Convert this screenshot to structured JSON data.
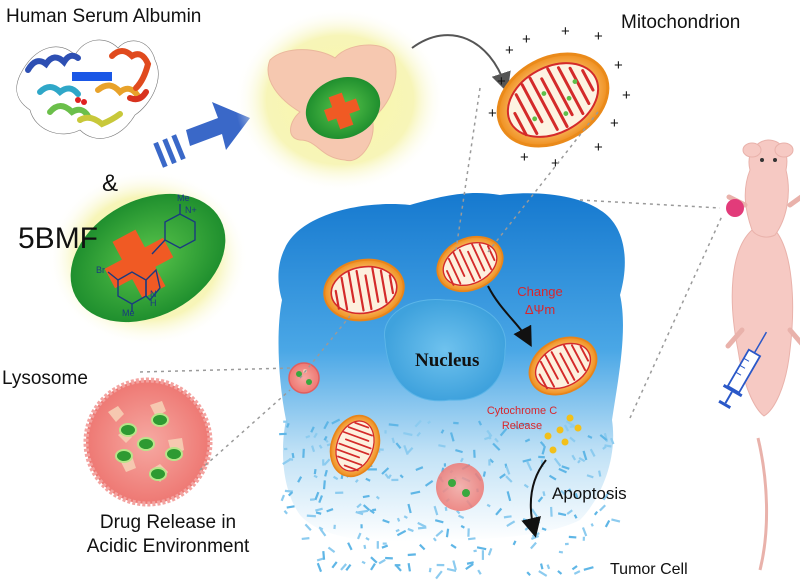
{
  "labels": {
    "human_serum_albumin": "Human Serum Albumin",
    "ampersand": "&",
    "drug_name": "5BMF",
    "mitochondrion": "Mitochondrion",
    "lysosome": "Lysosome",
    "drug_release_line1": "Drug Release in",
    "drug_release_line2": "Acidic Environment",
    "nucleus": "Nucleus",
    "change_line1": "Change",
    "change_line2": "ΔΨm",
    "cytochrome_line1": "Cytochrome C",
    "cytochrome_line2": "Release",
    "apoptosis": "Apoptosis",
    "tumor_cell": "Tumor Cell"
  },
  "molecule": {
    "sub_me_top": "Me",
    "sub_n_plus": "N+",
    "sub_br": "Br",
    "sub_me_bottom": "Me",
    "sub_nh": "N\nH"
  },
  "colors": {
    "cell_blue": "#1e88d8",
    "mito_orange": "#f5a12a",
    "mito_crista": "#d42a2a",
    "drug_green": "#2fa83a",
    "drug_cross": "#f05a24",
    "lysosome_pink": "#f08a8a",
    "mouse_pink": "#f6c9c3",
    "tumor_magenta": "#e23b7a",
    "arrow_blue": "#3a68c8",
    "protein_glow": "#f4f3a0"
  }
}
